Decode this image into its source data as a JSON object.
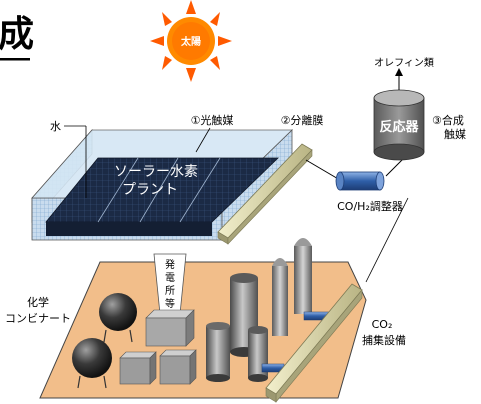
{
  "header": {
    "title_fragment": "成"
  },
  "sun": {
    "label": "太陽"
  },
  "labels": {
    "water": "水",
    "photocatalyst": "①光触媒",
    "separation_membrane": "②分離膜",
    "olefins": "オレフィン類",
    "reactor": "反応器",
    "synthesis_catalyst_line1": "③合成",
    "synthesis_catalyst_line2": "触媒",
    "plant_line1": "ソーラー水素",
    "plant_line2": "プラント",
    "co_h2_regulator": "CO/H₂調整器",
    "power_station": [
      "発",
      "電",
      "所",
      "等"
    ],
    "chem_complex_line1": "化学",
    "chem_complex_line2": "コンビナート",
    "co2_line1": "CO₂",
    "co2_line2": "捕集設備"
  },
  "colors": {
    "sun_fill": "#ff8a00",
    "sun_rays": "#ff5a00",
    "panel_cell": "#1b2a45",
    "panel_frame": "#8fb7da",
    "membrane": "#d8d4a0",
    "reactor": "#707070",
    "pipe_blue": "#3b6fb0",
    "ground": "#f2be8a"
  }
}
